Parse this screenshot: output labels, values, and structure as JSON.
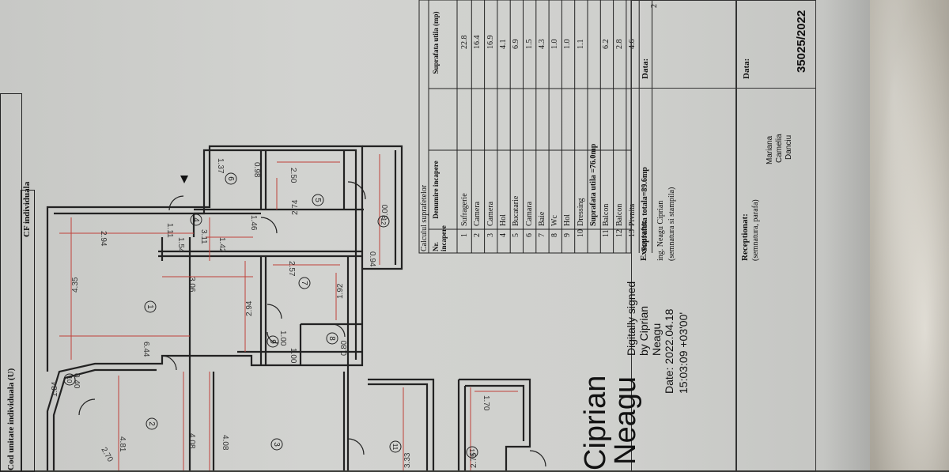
{
  "header": {
    "cod_unitate": "Cod unitate individuala (U)",
    "cf_individuala": "CF individuala"
  },
  "plan": {
    "room_numbers": [
      "1",
      "2",
      "3",
      "4",
      "5",
      "6",
      "7",
      "8",
      "9",
      "10",
      "11",
      "12",
      "13"
    ],
    "dims": [
      "4.35",
      "2.94",
      "6.44",
      "3.06",
      "2.94",
      "1.54",
      "1.11",
      "3.11",
      "1.42",
      "1.46",
      "2.57",
      "1.92",
      "0.80",
      "1.00",
      "1.00",
      "2.74",
      "2.50",
      "1.37",
      "0.98",
      "3.00",
      "0.94",
      "1.84",
      "0.40",
      "4.81",
      "2.70",
      "4.08",
      "4.08",
      "3.33",
      "2.75",
      "1.70"
    ]
  },
  "table": {
    "title": "Calculul suprafetelor",
    "col_nr": "Nr. incapere",
    "col_den": "Denumire incapere",
    "col_sup": "Suprafata utila (mp)",
    "rows": [
      {
        "nr": "1",
        "den": "Sufragerie",
        "sup": "22.8"
      },
      {
        "nr": "2",
        "den": "Camera",
        "sup": "16.4"
      },
      {
        "nr": "3",
        "den": "Camera",
        "sup": "16.9"
      },
      {
        "nr": "4",
        "den": "Hol",
        "sup": "4.1"
      },
      {
        "nr": "5",
        "den": "Bucatarie",
        "sup": "6.9"
      },
      {
        "nr": "6",
        "den": "Camara",
        "sup": "1.5"
      },
      {
        "nr": "7",
        "den": "Baie",
        "sup": "4.3"
      },
      {
        "nr": "8",
        "den": "Wc",
        "sup": "1.0"
      },
      {
        "nr": "9",
        "den": "Hol",
        "sup": "1.0"
      },
      {
        "nr": "10",
        "den": "Dressing",
        "sup": "1.1"
      }
    ],
    "subtotal": "Suprafata utila =76.0mp",
    "rows2": [
      {
        "nr": "11",
        "den": "Balcon",
        "sup": "6.2"
      },
      {
        "nr": "12",
        "den": "Balcon",
        "sup": "2.8"
      },
      {
        "nr": "13",
        "den": "Pivnita",
        "sup": "4.6"
      }
    ],
    "total": "Suprafata totala=89.6mp"
  },
  "executant": {
    "label": "Executant:",
    "name": "ing. Neagu Ciprian",
    "note": "(semnatura si stampila)",
    "data_label": "Data:"
  },
  "receptionat": {
    "label": "Receptionat:",
    "note": "(semnatura, parafa)",
    "data_label": "Data:",
    "signer": [
      "Mariana",
      "Camelia",
      "Danciu"
    ],
    "stamp_no": "35025/2022",
    "corner_mark": "2"
  },
  "signature": {
    "first": "Ciprian",
    "last": "Neagu",
    "line1": "Digitally signed",
    "line2": "by Ciprian",
    "line3": "Neagu",
    "line4": "Date: 2022.04.18",
    "line5": "15:03:09 +03'00'"
  },
  "colors": {
    "wall": "#222222",
    "dimension": "#c0413a",
    "paper": "#d0d1ce"
  }
}
